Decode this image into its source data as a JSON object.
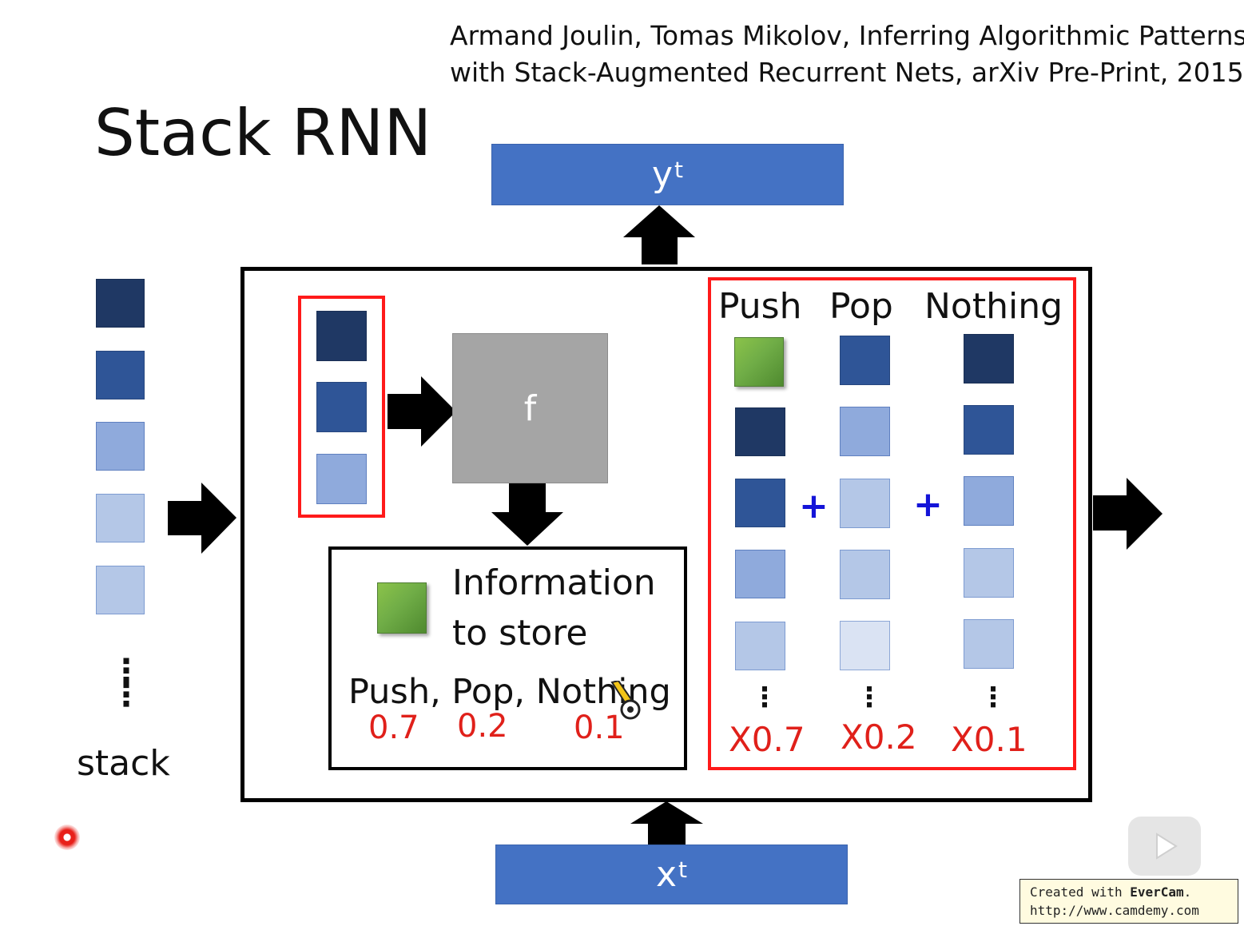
{
  "citation": {
    "line1": "Armand Joulin, Tomas Mikolov, Inferring Algorithmic Patterns",
    "line2": "with Stack-Augmented Recurrent Nets, arXiv Pre-Print, 2015"
  },
  "title": "Stack RNN",
  "output": {
    "base": "y",
    "sup": "t"
  },
  "input": {
    "base": "x",
    "sup": "t"
  },
  "stack_label": "stack",
  "function_label": "f",
  "info": {
    "line1": "Information",
    "line2": "to store",
    "ops_line": "Push, Pop, Nothing",
    "probs": [
      "0.7",
      "0.2",
      "0.1"
    ]
  },
  "ops": {
    "headers": [
      "Push",
      "Pop",
      "Nothing"
    ],
    "weights": [
      "X0.7",
      "X0.2",
      "X0.1"
    ],
    "plus": "+"
  },
  "vdots": "⋮",
  "colors": {
    "blue_bar": "#4472c4",
    "dark": "#1f3864",
    "mid": "#2f5597",
    "light": "#8faadc",
    "pale": "#b4c7e7",
    "green": "#70ad47",
    "red_outline": "#ff1a1a",
    "plus_blue": "#1414d8",
    "prob_red": "#e0201a"
  },
  "watermark": {
    "prefix": "Created with ",
    "brand": "EverCam",
    "suffix": ".",
    "url": "http://www.camdemy.com"
  }
}
